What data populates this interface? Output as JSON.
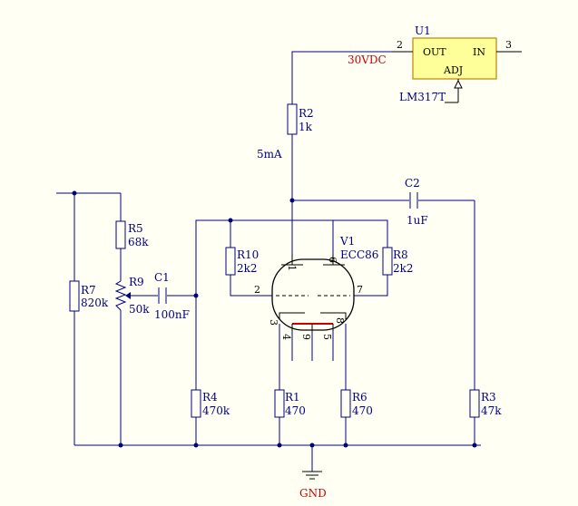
{
  "colors": {
    "background": "#fffff4",
    "wire": "#000080",
    "net_label": "#cc0000",
    "ic_fill": "#ffff99",
    "ic_border": "#b8860b"
  },
  "u1": {
    "ref": "U1",
    "part": "LM317T",
    "pin_out_name": "OUT",
    "pin_in_name": "IN",
    "pin_adj_name": "ADJ",
    "pin_out_num": "2",
    "pin_in_num": "3"
  },
  "net_labels": {
    "supply": "30VDC",
    "ground": "GND"
  },
  "annotations": {
    "current": "5mA"
  },
  "components": [
    {
      "ref": "R2",
      "value": "1k"
    },
    {
      "ref": "C2",
      "value": "1uF"
    },
    {
      "ref": "R5",
      "value": "68k"
    },
    {
      "ref": "R9",
      "value": "50k"
    },
    {
      "ref": "C1",
      "value": "100nF"
    },
    {
      "ref": "R7",
      "value": "820k"
    },
    {
      "ref": "R10",
      "value": "2k2"
    },
    {
      "ref": "R8",
      "value": "2k2"
    },
    {
      "ref": "R4",
      "value": "470k"
    },
    {
      "ref": "R1",
      "value": "470"
    },
    {
      "ref": "R6",
      "value": "470"
    },
    {
      "ref": "R3",
      "value": "47k"
    }
  ],
  "tube": {
    "ref": "V1",
    "part": "ECC86",
    "pins": [
      "1",
      "6",
      "2",
      "7",
      "3",
      "8",
      "4",
      "9",
      "5"
    ]
  }
}
